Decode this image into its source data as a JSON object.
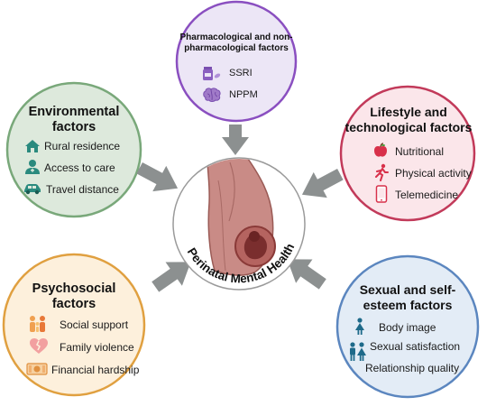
{
  "center": {
    "title": "Perinatal Mental Health"
  },
  "pharmacological": {
    "title": "Pharmacological and non-pharmacological factors",
    "title_line1": "Pharmacological and non-",
    "title_line2": "pharmacological factors",
    "items": [
      {
        "label": "SSRI",
        "icon": "pill-bottle-icon"
      },
      {
        "label": "NPPM",
        "icon": "brain-icon"
      }
    ],
    "colors": {
      "fill": "#ece6f6",
      "stroke": "#8a4fc0"
    }
  },
  "environmental": {
    "title_line1": "Environmental",
    "title_line2": "factors",
    "items": [
      {
        "label": "Rural residence",
        "icon": "house-icon"
      },
      {
        "label": "Access to care",
        "icon": "doctor-icon"
      },
      {
        "label": "Travel distance",
        "icon": "car-icon"
      }
    ],
    "colors": {
      "fill": "#dde9dc",
      "stroke": "#79a87a",
      "icon": "#2a8a7e"
    }
  },
  "lifestyle": {
    "title_line1": "Lifestyle and",
    "title_line2": "technological factors",
    "items": [
      {
        "label": "Nutritional",
        "icon": "apple-icon"
      },
      {
        "label": "Physical activity",
        "icon": "running-person-icon"
      },
      {
        "label": "Telemedicine",
        "icon": "smartphone-icon"
      }
    ],
    "colors": {
      "fill": "#fbe6ea",
      "stroke": "#c23a5a",
      "icon": "#d8304a"
    }
  },
  "psychosocial": {
    "title_line1": "Psychosocial",
    "title_line2": "factors",
    "items": [
      {
        "label": "Social support",
        "icon": "family-icon"
      },
      {
        "label": "Family violence",
        "icon": "broken-heart-icon"
      },
      {
        "label": "Financial hardship",
        "icon": "banknote-icon"
      }
    ],
    "colors": {
      "fill": "#fdf0dc",
      "stroke": "#e0a040",
      "icon": "#f0a050"
    }
  },
  "sexual": {
    "title_line1": "Sexual and self-",
    "title_line2": "esteem factors",
    "items": [
      {
        "label": "Body image",
        "icon": "woman-icon"
      },
      {
        "label": "Sexual satisfaction",
        "icon": "couple-icon"
      },
      {
        "label": "Relationship quality",
        "icon": "couple-icon"
      }
    ],
    "colors": {
      "fill": "#e3ecf6",
      "stroke": "#5b86bf",
      "icon": "#1e6a8a"
    }
  },
  "arrow_color": "#8c9090"
}
